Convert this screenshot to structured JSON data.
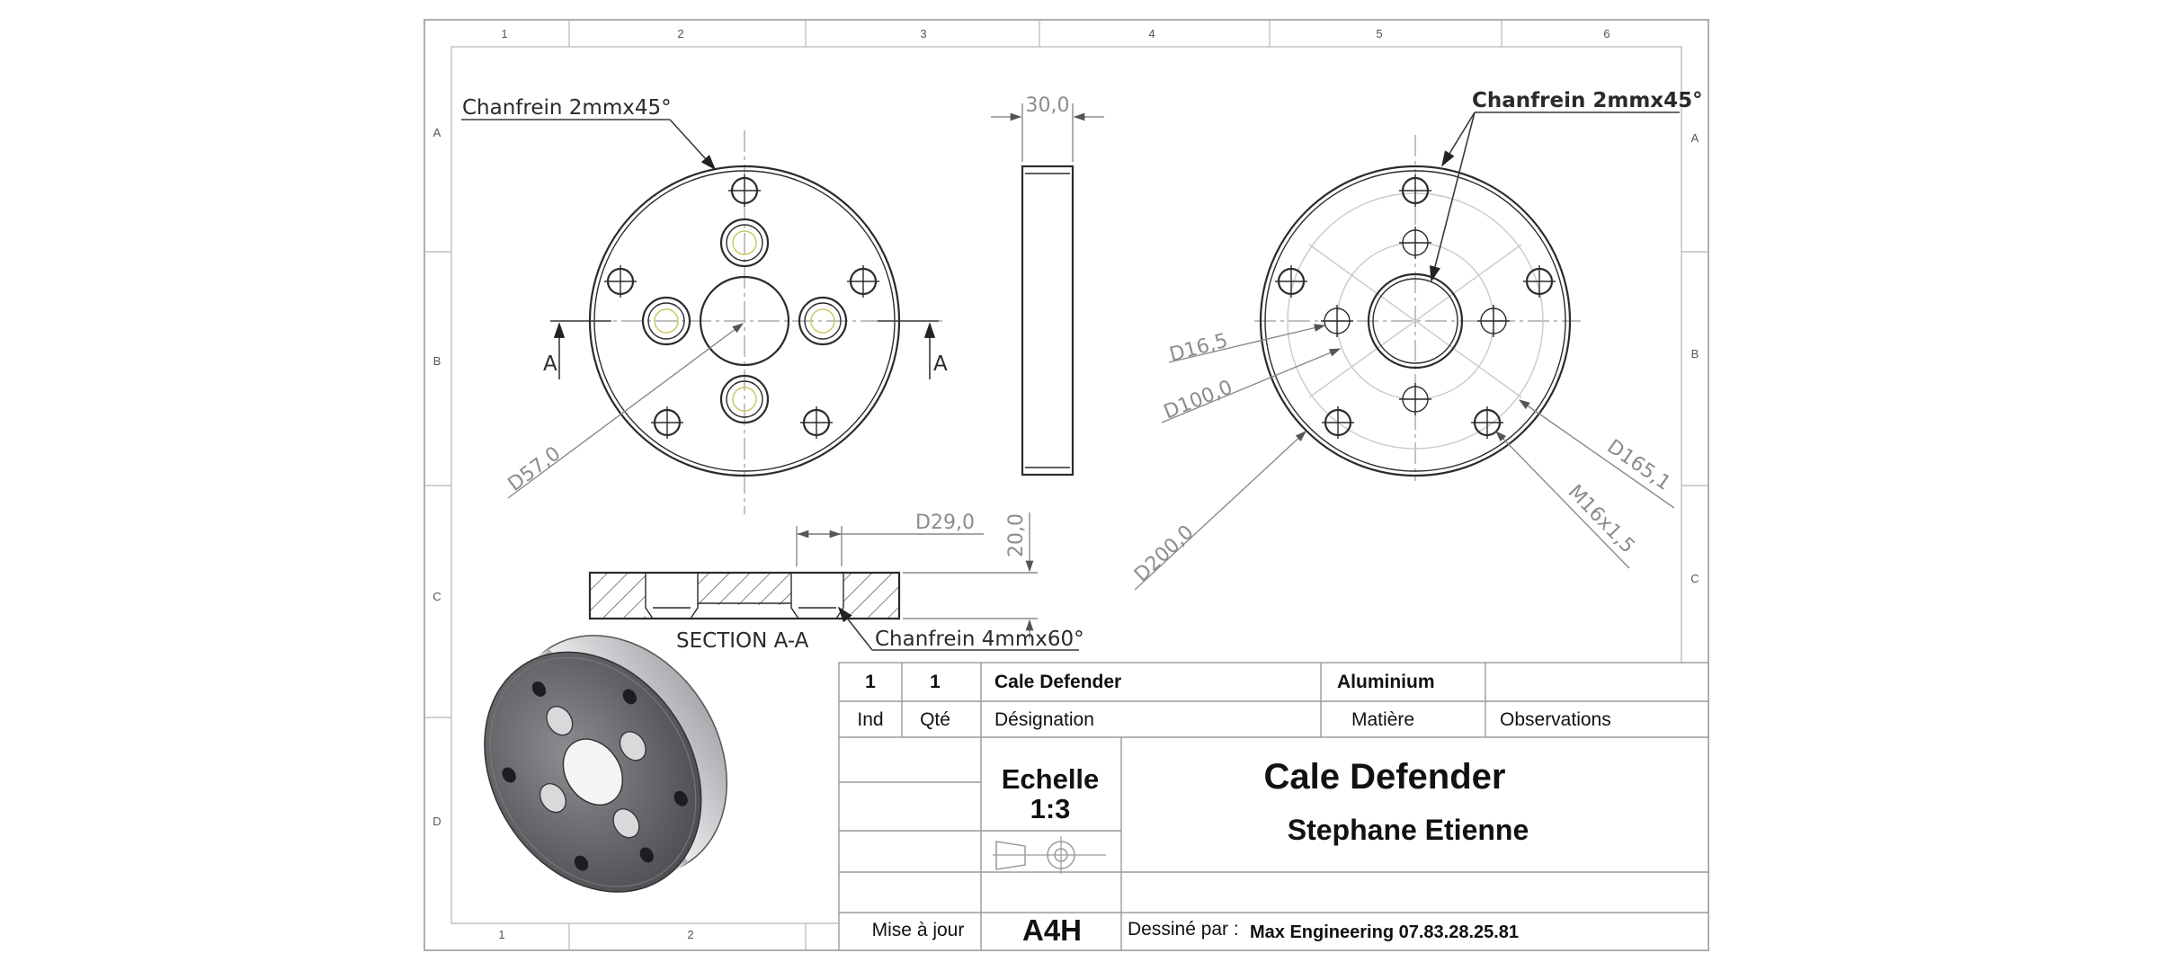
{
  "zones": {
    "columns": [
      "1",
      "2",
      "3",
      "4",
      "5",
      "6"
    ],
    "bottom_columns": [
      "1",
      "2"
    ],
    "rows": [
      "A",
      "B",
      "C",
      "D"
    ]
  },
  "annotations": {
    "chamfer_front": "Chanfrein 2mmx45°",
    "chamfer_back": "Chanfrein 2mmx45°",
    "chamfer_section": "Chanfrein 4mmx60°",
    "section_label": "SECTION A-A",
    "section_mark_left": "A",
    "section_mark_right": "A"
  },
  "dimensions": {
    "d57": "D57,0",
    "thickness": "30,0",
    "d29": "D29,0",
    "h20": "20,0",
    "d16": "D16,5",
    "d100": "D100,0",
    "d200": "D200,0",
    "d165": "D165,1",
    "thread": "M16x1,5"
  },
  "title_block": {
    "row1": {
      "ind": "1",
      "qty": "1",
      "designation": "Cale Defender",
      "material": "Aluminium",
      "observations": ""
    },
    "headers": {
      "ind": "Ind",
      "qty": "Qté",
      "designation": "Désignation",
      "material": "Matière",
      "observations": "Observations"
    },
    "scale_label": "Echelle",
    "scale_value": "1:3",
    "title": "Cale Defender",
    "author": "Stephane Etienne",
    "update_label": "Mise à jour",
    "format": "A4H",
    "drawn_by_label": "Dessiné par :",
    "drawn_by_value": "Max Engineering  07.83.28.25.81"
  }
}
